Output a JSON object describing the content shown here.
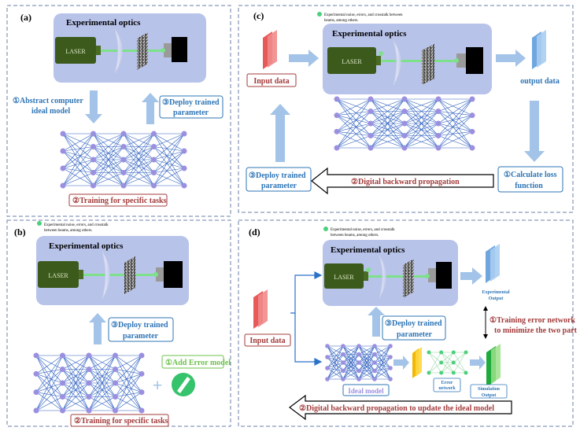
{
  "panels": {
    "a": {
      "label": "(a)",
      "optics_title": "Experimental optics",
      "laser": "LASER",
      "step1": {
        "num": "①",
        "line1": "Abstract computer",
        "line2": "ideal model"
      },
      "step3": {
        "num": "③",
        "line1": "Deploy trained",
        "line2": "parameter"
      },
      "step2": {
        "num": "②",
        "text": "Training for specific tasks"
      }
    },
    "b": {
      "label": "(b)",
      "noise_line1": "Experimental noise, errors, and crosstalk",
      "noise_line2": "between beams, among others.",
      "optics_title": "Experimental optics",
      "laser": "LASER",
      "step3": {
        "num": "③",
        "line1": "Deploy trained",
        "line2": "parameter"
      },
      "step1": {
        "num": "①",
        "text": "Add Error model"
      },
      "plus": "+",
      "step2": {
        "num": "②",
        "text": "Training for specific tasks"
      }
    },
    "c": {
      "label": "(c)",
      "noise_line1": "Experimental noise, errors, and crosstalk between",
      "noise_line2": "beams, among others.",
      "optics_title": "Experimental optics",
      "laser": "LASER",
      "input": "Input data",
      "output": "output data",
      "step1": {
        "num": "①",
        "line1": "Calculate loss",
        "line2": "function"
      },
      "step2": {
        "num": "②",
        "text": "Digital backward propagation"
      },
      "step3": {
        "num": "③",
        "line1": "Deploy trained",
        "line2": "parameter"
      }
    },
    "d": {
      "label": "(d)",
      "noise_line1": "Experimental noise, errors, and crosstalk",
      "noise_line2": "between beams, among others.",
      "optics_title": "Experimental optics",
      "laser": "LASER",
      "input": "Input data",
      "exp_output_line1": "Experimental",
      "exp_output_line2": "Output",
      "step1": {
        "num": "①",
        "line1": "Training error network",
        "line2": "to minimize the two part"
      },
      "step3": {
        "num": "③",
        "line1": "Deploy trained",
        "line2": "parameter"
      },
      "ideal_model": "Ideal model",
      "error_network_line1": "Error",
      "error_network_line2": "network",
      "sim_output_line1": "Simulation",
      "sim_output_line2": "Output",
      "step2": {
        "num": "②",
        "text": "Digital backward propagation to update the ideal model"
      }
    }
  },
  "colors": {
    "optics_bg": "#b8c3ea",
    "laser": "#3c5a1c",
    "beam": "#7de08a",
    "arrow": "#a3c4e8",
    "blue_text": "#2e75b6",
    "red_text": "#a33b3b",
    "green_text": "#6cc24a",
    "node": "#9b8fe0",
    "edge": "#2a5dbf"
  }
}
